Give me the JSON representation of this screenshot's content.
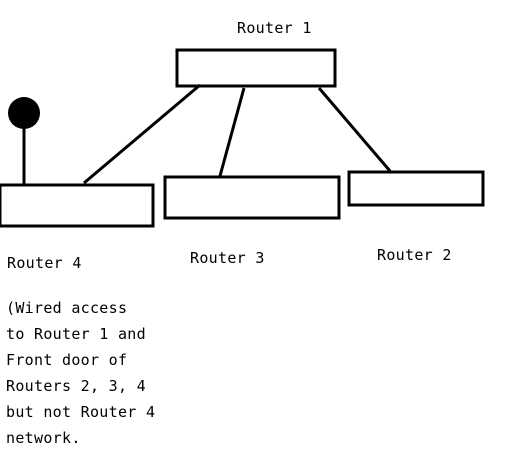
{
  "routers": {
    "router1": "Router 1",
    "router2": "Router 2",
    "router3": "Router 3",
    "router4": "Router 4"
  },
  "note": {
    "lines": [
      "(Wired access",
      "to Router 1 and",
      "Front door of",
      "Routers 2, 3, 4",
      "but not Router 4",
      "network."
    ]
  },
  "colors": {
    "stroke": "#000000",
    "background": "#ffffff"
  }
}
